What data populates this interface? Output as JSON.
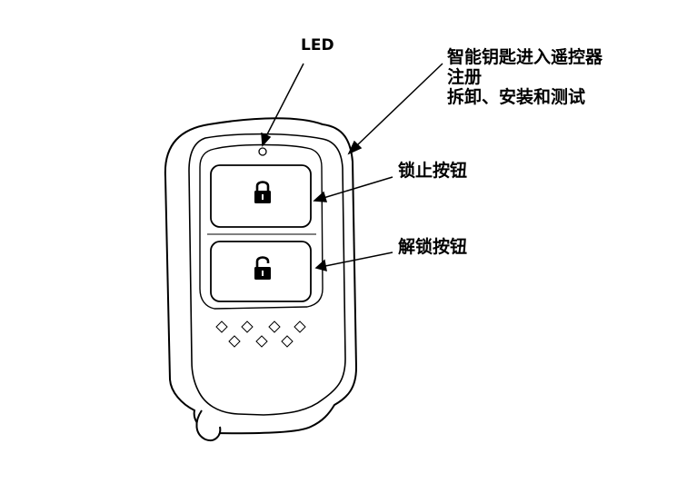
{
  "labels": {
    "led": "LED",
    "smart_key": {
      "line1": "智能钥匙进入遥控器",
      "line2": "注册",
      "line3": "拆卸、安装和测试"
    },
    "lock_button": "锁止按钮",
    "unlock_button": "解锁按钮"
  },
  "icons": {
    "lock_button_icon": "padlock-closed-icon",
    "unlock_button_icon": "padlock-open-icon"
  },
  "colors": {
    "line": "#000000",
    "background": "#ffffff"
  }
}
